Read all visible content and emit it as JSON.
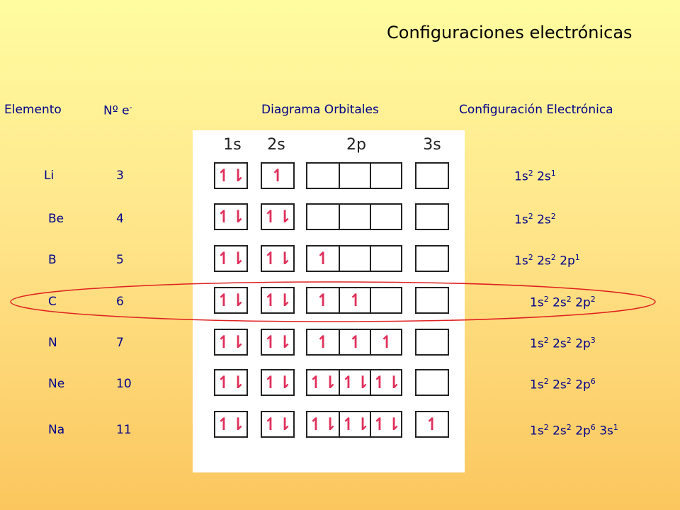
{
  "title": "Configuraciones electrónicas",
  "headers": {
    "element": "Elemento",
    "electrons": "Nº e",
    "electrons_sup": "-",
    "diagram": "Diagrama Orbitales",
    "config": "Configuración Electrónica"
  },
  "orbital_labels": [
    "1s",
    "2s",
    "2p",
    "3s"
  ],
  "rows": [
    {
      "symbol": "Li",
      "n": "3",
      "s1": "↿⇂",
      "s2": "↿",
      "p": [
        "",
        "",
        ""
      ],
      "s3": "",
      "config": [
        [
          "1s",
          "2"
        ],
        [
          "2s",
          "1"
        ]
      ],
      "highlight": false
    },
    {
      "symbol": "Be",
      "n": "4",
      "s1": "↿⇂",
      "s2": "↿⇂",
      "p": [
        "",
        "",
        ""
      ],
      "s3": "",
      "config": [
        [
          "1s",
          "2"
        ],
        [
          "2s",
          "2"
        ]
      ],
      "highlight": false
    },
    {
      "symbol": "B",
      "n": "5",
      "s1": "↿⇂",
      "s2": "↿⇂",
      "p": [
        "↿",
        "",
        ""
      ],
      "s3": "",
      "config": [
        [
          "1s",
          "2"
        ],
        [
          "2s",
          "2"
        ],
        [
          "2p",
          "1"
        ]
      ],
      "highlight": false
    },
    {
      "symbol": "C",
      "n": "6",
      "s1": "↿⇂",
      "s2": "↿⇂",
      "p": [
        "↿",
        "↿",
        ""
      ],
      "s3": "",
      "config": [
        [
          "1s",
          "2"
        ],
        [
          "2s",
          "2"
        ],
        [
          "2p",
          "2"
        ]
      ],
      "highlight": true
    },
    {
      "symbol": "N",
      "n": "7",
      "s1": "↿⇂",
      "s2": "↿⇂",
      "p": [
        "↿",
        "↿",
        "↿"
      ],
      "s3": "",
      "config": [
        [
          "1s",
          "2"
        ],
        [
          "2s",
          "2"
        ],
        [
          "2p",
          "3"
        ]
      ],
      "highlight": false
    },
    {
      "symbol": "Ne",
      "n": "10",
      "s1": "↿⇂",
      "s2": "↿⇂",
      "p": [
        "↿⇂",
        "↿⇂",
        "↿⇂"
      ],
      "s3": "",
      "config": [
        [
          "1s",
          "2"
        ],
        [
          "2s",
          "2"
        ],
        [
          "2p",
          "6"
        ]
      ],
      "highlight": false
    },
    {
      "symbol": "Na",
      "n": "11",
      "s1": "↿⇂",
      "s2": "↿⇂",
      "p": [
        "↿⇂",
        "↿⇂",
        "↿⇂"
      ],
      "s3": "↿",
      "config": [
        [
          "1s",
          "2"
        ],
        [
          "2s",
          "2"
        ],
        [
          "2p",
          "6"
        ],
        [
          "3s",
          "1"
        ]
      ],
      "highlight": false
    }
  ],
  "colors": {
    "text": "#00008a",
    "electron": "#e0305a",
    "highlight": "#e02020"
  }
}
